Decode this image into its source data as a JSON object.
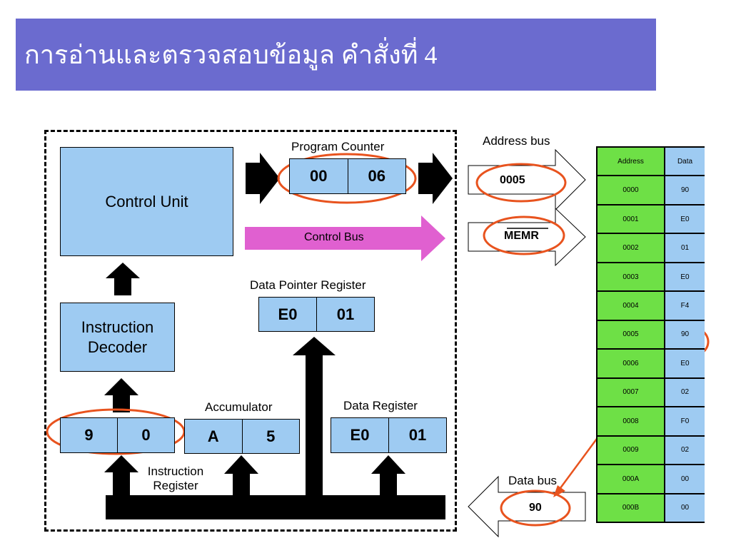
{
  "title": "การอ่านและตรวจสอบข้อมูล คำสั่งที่ 4",
  "cpu": {
    "control_unit": "Control Unit",
    "instruction_decoder": "Instruction Decoder",
    "program_counter": {
      "label": "Program Counter",
      "high": "00",
      "low": "06"
    },
    "control_bus": "Control Bus",
    "data_pointer": {
      "label": "Data Pointer Register",
      "high": "E0",
      "low": "01"
    },
    "instruction_register": {
      "label": "Instruction Register",
      "high": "9",
      "low": "0"
    },
    "accumulator": {
      "label": "Accumulator",
      "high": "A",
      "low": "5"
    },
    "data_register": {
      "label": "Data Register",
      "high": "E0",
      "low": "01"
    }
  },
  "buses": {
    "address_bus_label": "Address bus",
    "address_value": "0005",
    "control_signal": "MEMR",
    "data_bus_label": "Data bus",
    "data_value": "90"
  },
  "memory": {
    "headers": [
      "Address",
      "Data"
    ],
    "rows": [
      {
        "address": "0000",
        "data": "90"
      },
      {
        "address": "0001",
        "data": "E0"
      },
      {
        "address": "0002",
        "data": "01"
      },
      {
        "address": "0003",
        "data": "E0"
      },
      {
        "address": "0004",
        "data": "F4"
      },
      {
        "address": "0005",
        "data": "90"
      },
      {
        "address": "0006",
        "data": "E0"
      },
      {
        "address": "0007",
        "data": "02"
      },
      {
        "address": "0008",
        "data": "F0"
      },
      {
        "address": "0009",
        "data": "02"
      },
      {
        "address": "000A",
        "data": "00"
      },
      {
        "address": "000B",
        "data": "00"
      }
    ]
  },
  "colors": {
    "title_bg": "#6b6bcf",
    "register_fill": "#9ecbf2",
    "address_column": "#6ee046",
    "control_bus": "#e060d0",
    "highlight": "#e8531e"
  }
}
